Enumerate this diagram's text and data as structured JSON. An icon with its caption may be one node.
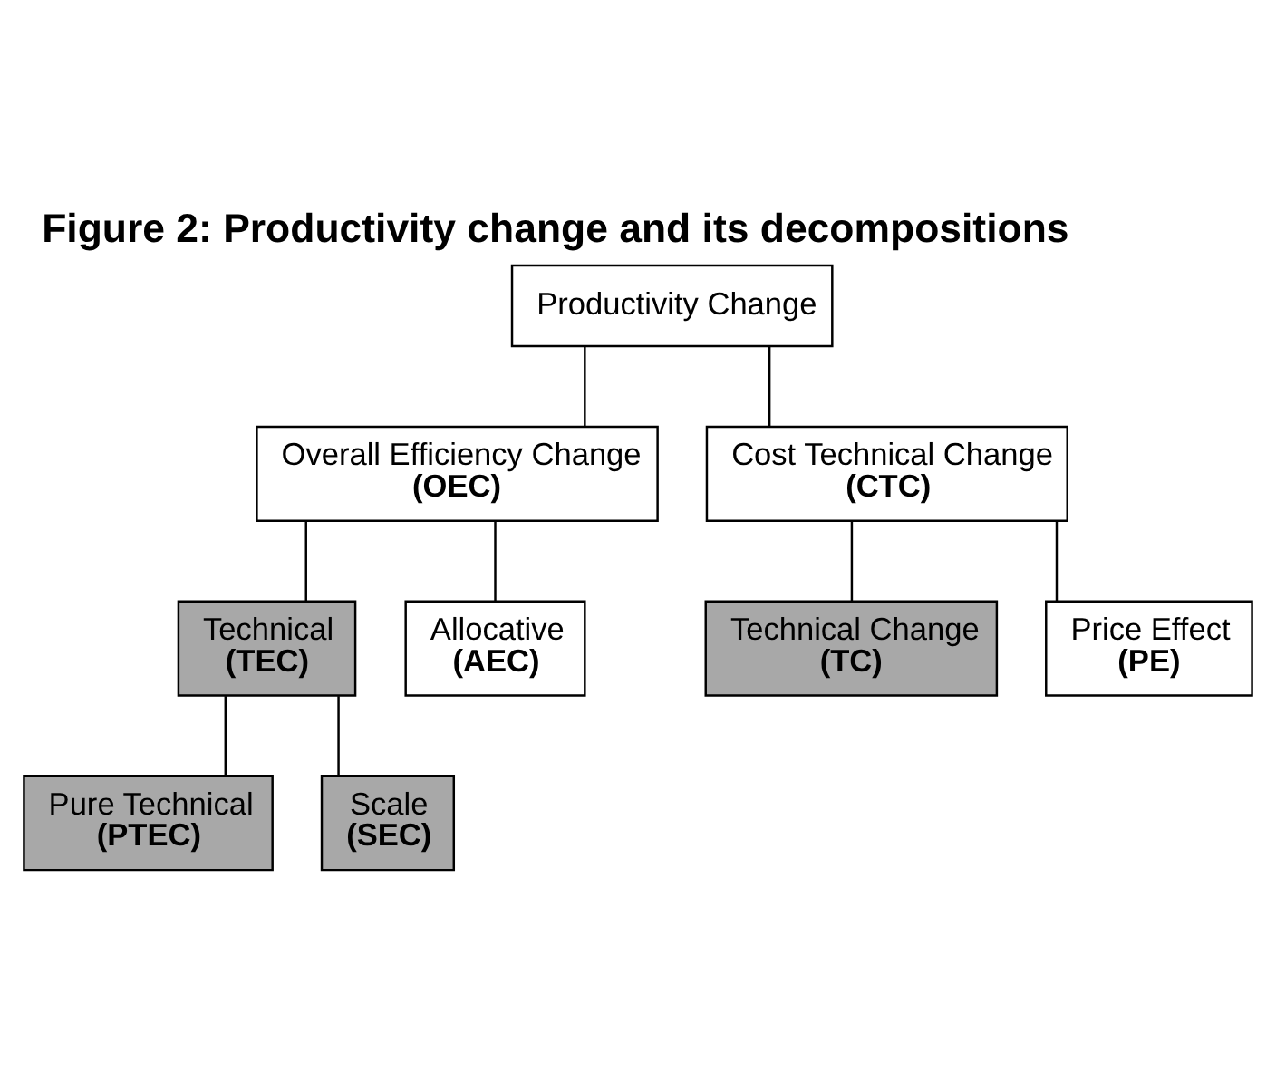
{
  "diagram": {
    "title": "Figure 2: Productivity change and its decompositions",
    "nodes": [
      {
        "text": [
          "Productivity Change"
        ]
      },
      {
        "text": [
          "Overall Efficiency Change",
          "(OEC)"
        ]
      },
      {
        "text": [
          "Cost Technical Change",
          "(CTC)"
        ]
      },
      {
        "text": [
          "Technical",
          "(TEC)"
        ]
      },
      {
        "text": [
          "Allocative",
          "(AEC)"
        ]
      },
      {
        "text": [
          "Technical Change",
          "(TC)"
        ]
      },
      {
        "text": [
          "Price Effect",
          "(PE)"
        ]
      },
      {
        "text": [
          "Pure Technical",
          "(PTEC)"
        ]
      },
      {
        "text": [
          "Scale",
          "(SEC)"
        ]
      }
    ],
    "edges": [
      {
        "from": 0,
        "to": 1,
        "arrow": "none"
      },
      {
        "from": 0,
        "to": 2,
        "arrow": "none"
      },
      {
        "from": 1,
        "to": 3,
        "arrow": "none"
      },
      {
        "from": 1,
        "to": 4,
        "arrow": "none"
      },
      {
        "from": 2,
        "to": 5,
        "arrow": "none"
      },
      {
        "from": 2,
        "to": 6,
        "arrow": "none"
      },
      {
        "from": 3,
        "to": 7,
        "arrow": "none"
      },
      {
        "from": 3,
        "to": 8,
        "arrow": "none"
      }
    ]
  }
}
